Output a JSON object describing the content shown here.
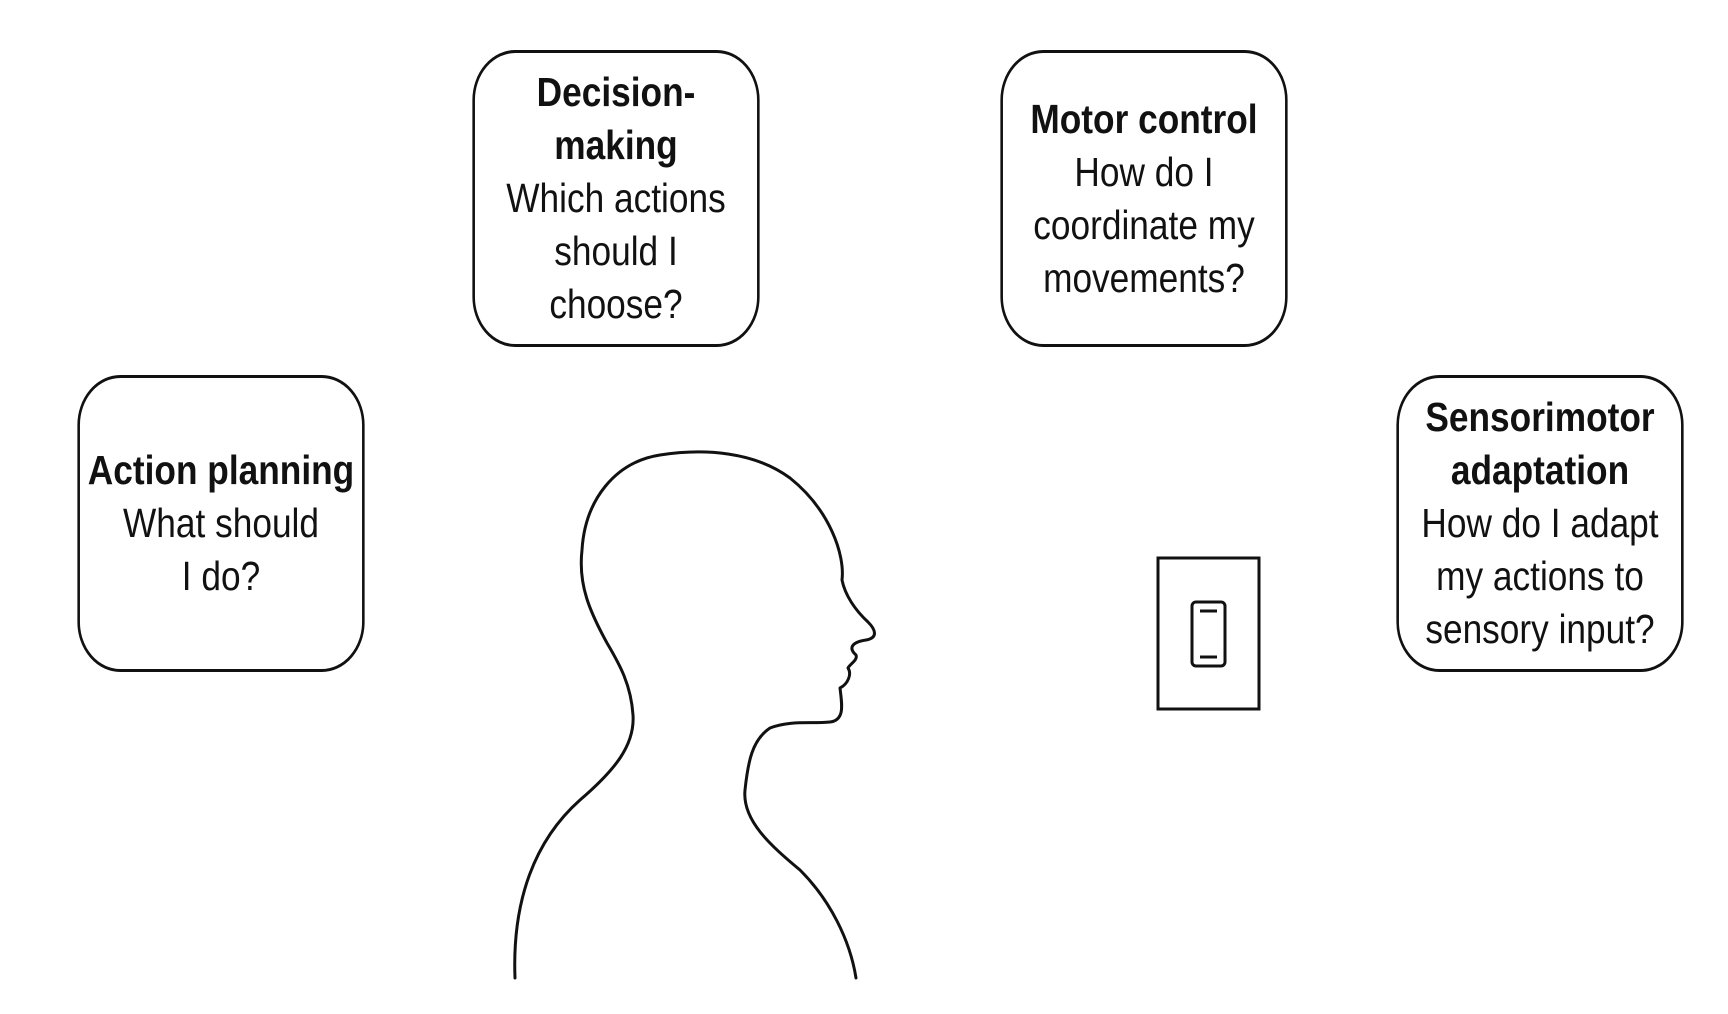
{
  "boxes": {
    "decision_making": {
      "title": "Decision-\nmaking",
      "question": "Which actions should I choose?"
    },
    "motor_control": {
      "title": "Motor control",
      "question": "How do I coordinate my movements?"
    },
    "action_planning": {
      "title": "Action planning",
      "question": "What should I do?"
    },
    "sensorimotor_adaptation": {
      "title": "Sensorimotor adaptation",
      "question": "How do I adapt my actions to sensory input?"
    }
  },
  "illustration": {
    "figure": "human-head-profile-icon",
    "object": "light-switch-icon"
  },
  "colors": {
    "line": "#111111",
    "background": "#ffffff"
  }
}
